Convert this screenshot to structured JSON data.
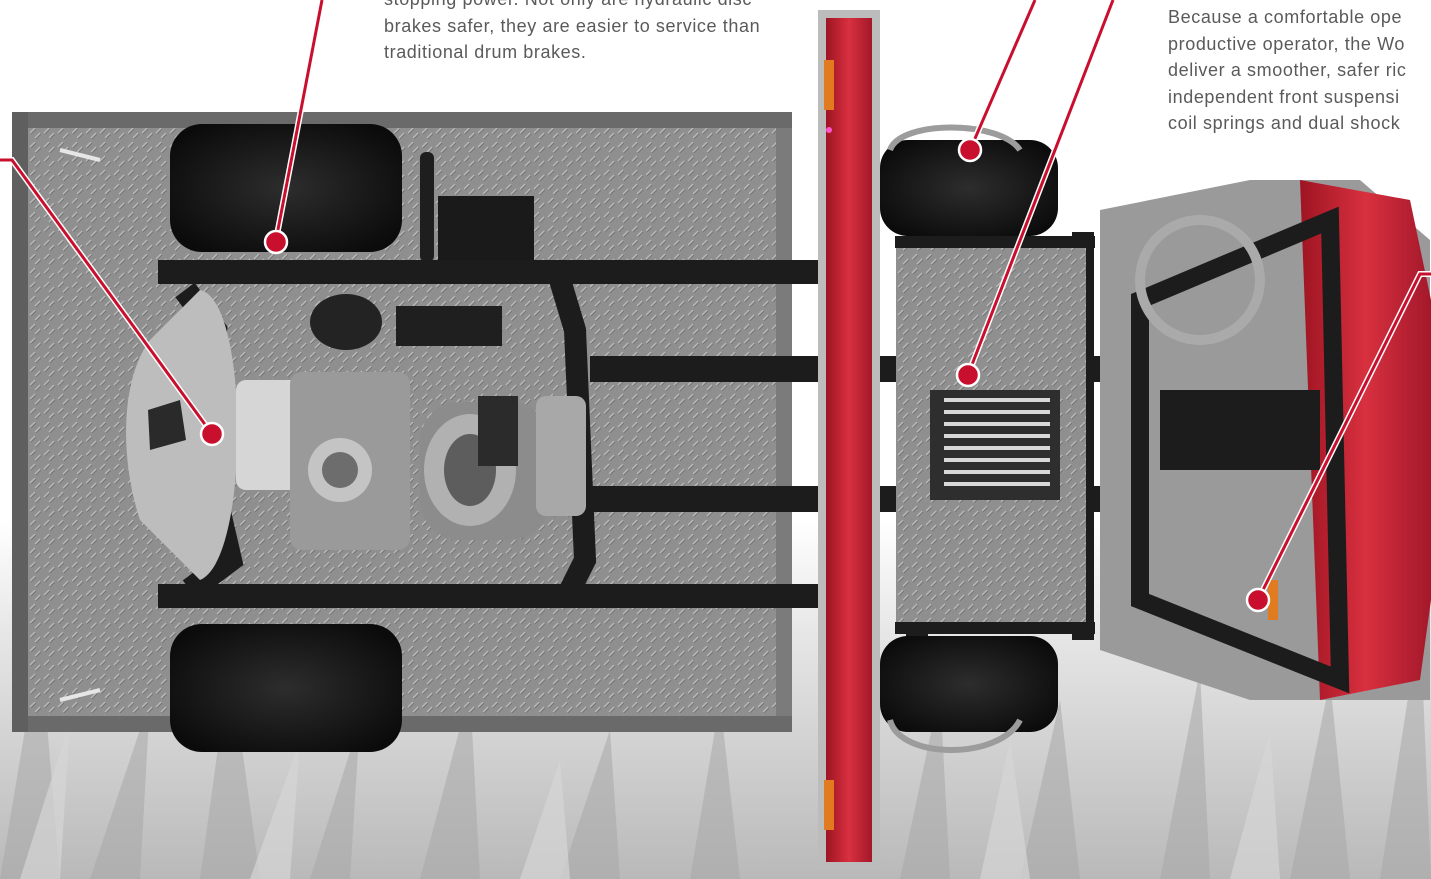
{
  "callouts": {
    "brakes": {
      "lines": [
        "stopping power. Not only are hydraulic disc",
        "brakes safer, they are easier to service than",
        "traditional drum brakes."
      ]
    },
    "suspension": {
      "lines": [
        "Because a comfortable ope",
        "productive operator, the Wo",
        "deliver a smoother, safer ric",
        "independent front suspensi",
        "coil springs and dual shock"
      ]
    }
  },
  "colors": {
    "accent": "#c8102e",
    "body_red": "#d42a3c",
    "chassis": "#1c1c1c",
    "bed_floor": "#8a8a8a",
    "text": "#5a5a5a"
  },
  "icons": [
    "callout-marker-icon"
  ]
}
